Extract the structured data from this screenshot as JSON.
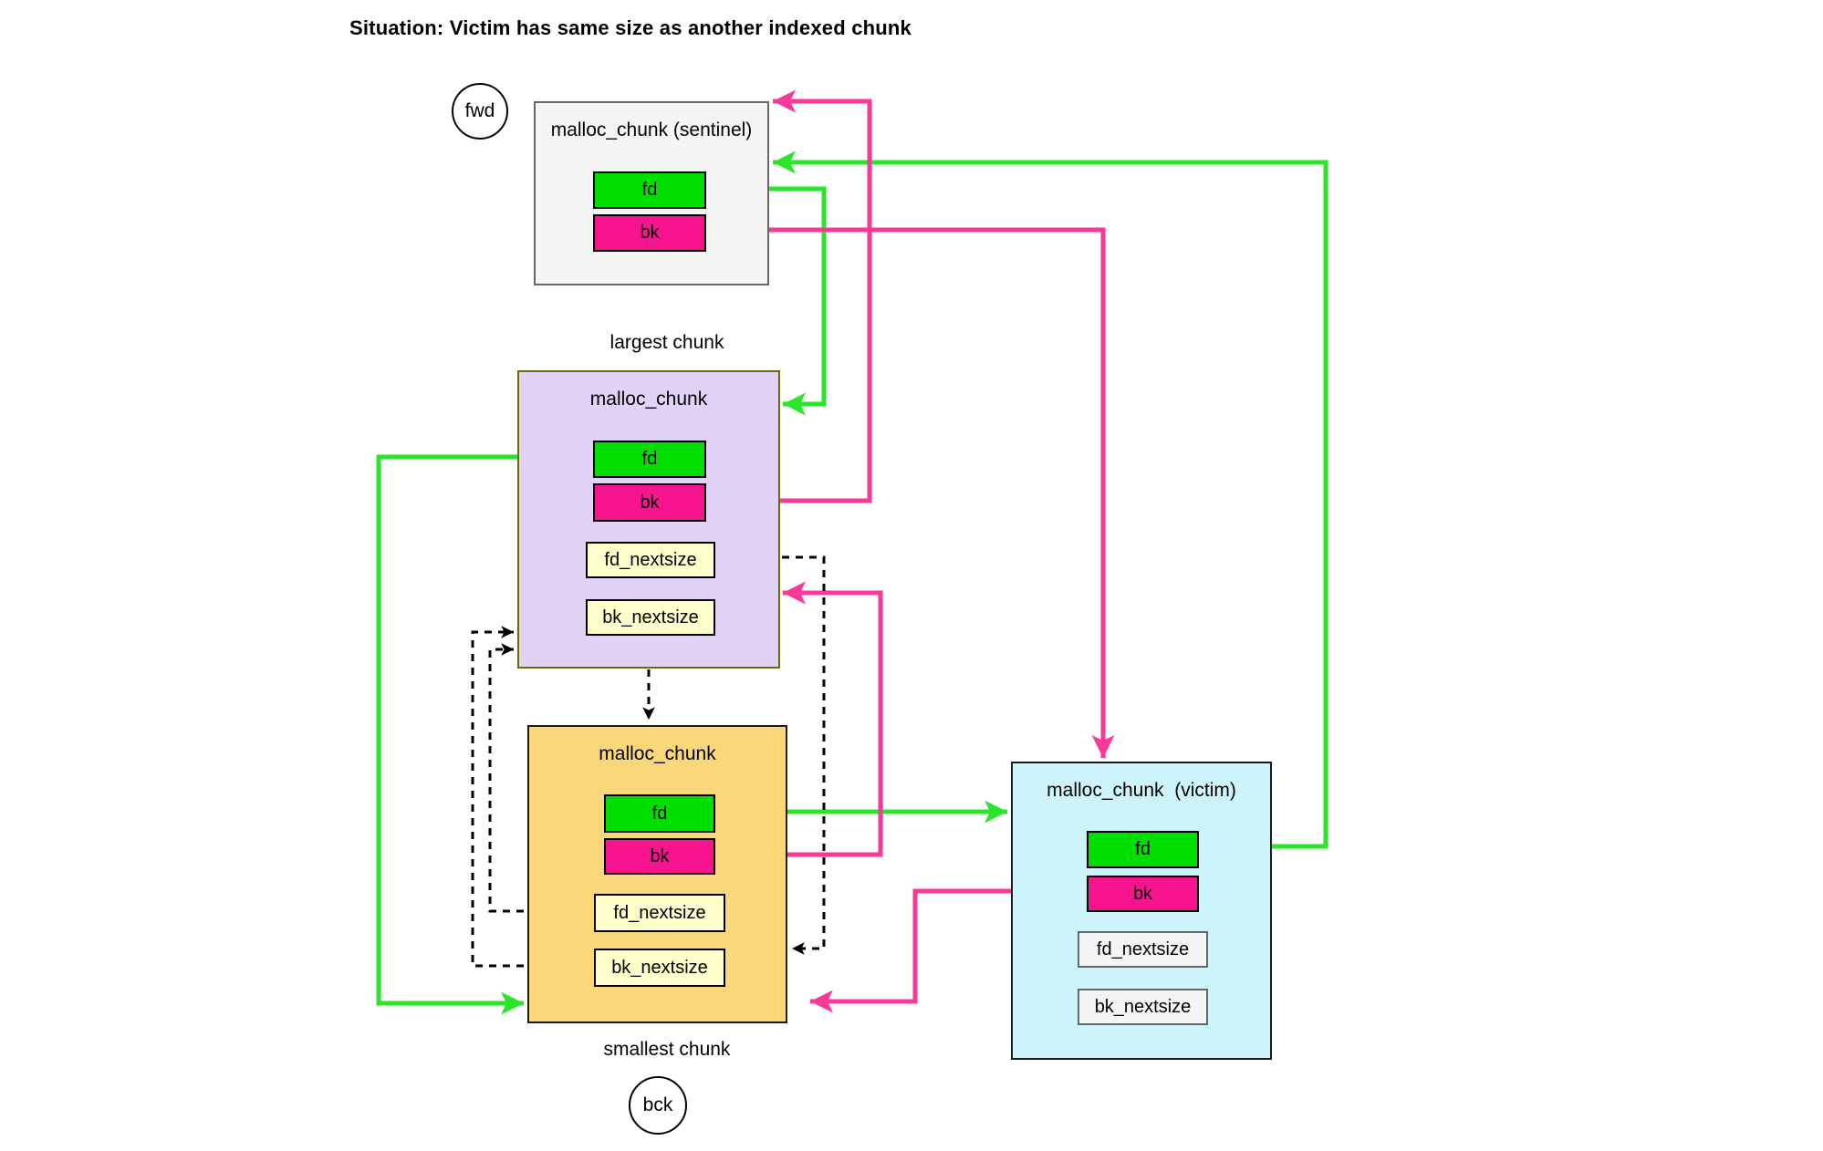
{
  "title": "Situation: Victim has same size as another indexed chunk",
  "nodes": {
    "fwd": "fwd",
    "bck": "bck"
  },
  "labels": {
    "largest": "largest chunk",
    "smallest": "smallest chunk"
  },
  "chunks": {
    "sentinel": {
      "title": "malloc_chunk (sentinel)",
      "fields": [
        {
          "label": "fd"
        },
        {
          "label": "bk"
        }
      ]
    },
    "largest": {
      "title": "malloc_chunk",
      "fields": [
        {
          "label": "fd"
        },
        {
          "label": "bk"
        },
        {
          "label": "fd_nextsize"
        },
        {
          "label": "bk_nextsize"
        }
      ]
    },
    "smallest": {
      "title": "malloc_chunk",
      "fields": [
        {
          "label": "fd"
        },
        {
          "label": "bk"
        },
        {
          "label": "fd_nextsize"
        },
        {
          "label": "bk_nextsize"
        }
      ]
    },
    "victim": {
      "title": "malloc_chunk  (victim)",
      "fields": [
        {
          "label": "fd"
        },
        {
          "label": "bk"
        },
        {
          "label": "fd_nextsize"
        },
        {
          "label": "bk_nextsize"
        }
      ]
    }
  },
  "edges": [
    {
      "name": "sentinel-fd-to-largest",
      "color": "green",
      "style": "solid"
    },
    {
      "name": "largest-fd-to-smallest",
      "color": "green",
      "style": "solid"
    },
    {
      "name": "smallest-fd-to-victim",
      "color": "green",
      "style": "solid"
    },
    {
      "name": "victim-fd-to-sentinel",
      "color": "green",
      "style": "solid"
    },
    {
      "name": "largest-bk-to-sentinel",
      "color": "pink",
      "style": "solid"
    },
    {
      "name": "sentinel-bk-to-victim",
      "color": "pink",
      "style": "solid"
    },
    {
      "name": "smallest-bk-to-largest",
      "color": "pink",
      "style": "solid"
    },
    {
      "name": "victim-bk-to-smallest",
      "color": "pink",
      "style": "solid"
    },
    {
      "name": "largest-fd-nextsize-to-smallest",
      "color": "black",
      "style": "dashed"
    },
    {
      "name": "smallest-fd-nextsize-to-largest",
      "color": "black",
      "style": "dashed"
    },
    {
      "name": "smallest-bk-nextsize-to-largest",
      "color": "black",
      "style": "dashed"
    },
    {
      "name": "largest-to-smallest-short",
      "color": "black",
      "style": "dashed"
    }
  ],
  "colors": {
    "green-box": "#00DF00",
    "green-arrow": "#2BE52B",
    "pink-box": "#F7148E",
    "pink-arrow": "#FA3898",
    "yellow-box": "#FFFFCC",
    "gray-box": "#F5F5F5",
    "gray-border": "#666666",
    "sentinel-fill": "#F5F5F5",
    "sentinel-border": "#666666",
    "purple-fill": "#E1D3F7",
    "purple-border": "#6B6B00",
    "orange-fill": "#FAD879",
    "cyan-fill": "#CDF4FA"
  }
}
